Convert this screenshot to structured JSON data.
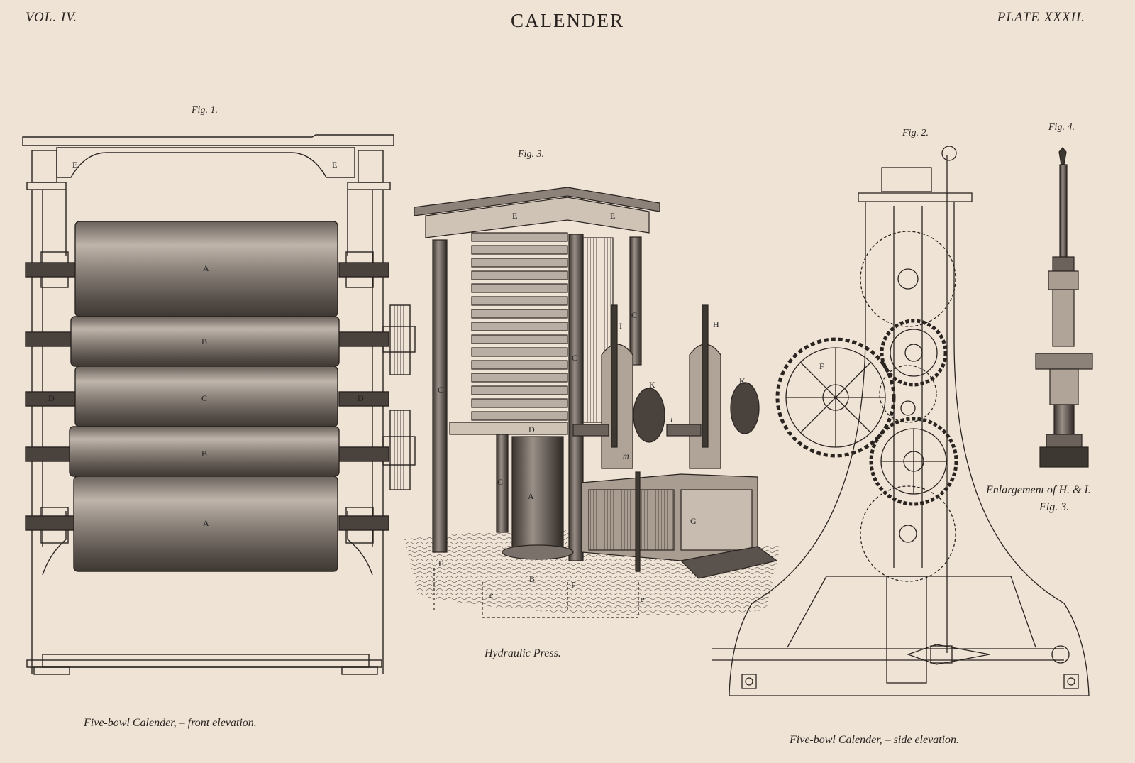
{
  "header": {
    "volume": "VOL. IV.",
    "title": "CALENDER",
    "plate": "PLATE XXXII."
  },
  "figures": {
    "fig1": {
      "label": "Fig. 1.",
      "caption": "Five-bowl Calender, – front elevation.",
      "letters": [
        "E",
        "E",
        "A",
        "B",
        "C",
        "B",
        "A",
        "D",
        "D"
      ]
    },
    "fig2": {
      "label": "Fig. 2.",
      "caption": "Five-bowl Calender, – side elevation.",
      "letters": [
        "F"
      ]
    },
    "fig3": {
      "label": "Fig. 3.",
      "caption": "Hydraulic Press.",
      "letters": [
        "E",
        "E",
        "C",
        "C",
        "C",
        "C",
        "D",
        "A",
        "B",
        "F",
        "F",
        "I",
        "H",
        "K",
        "K",
        "l",
        "m",
        "G",
        "e",
        "e"
      ]
    },
    "fig4": {
      "label": "Fig. 4.",
      "caption_line1": "Enlargement of H. & I.",
      "caption_line2": "Fig. 3."
    }
  },
  "colors": {
    "paper": "#efe3d6",
    "ink": "#2a2420"
  }
}
